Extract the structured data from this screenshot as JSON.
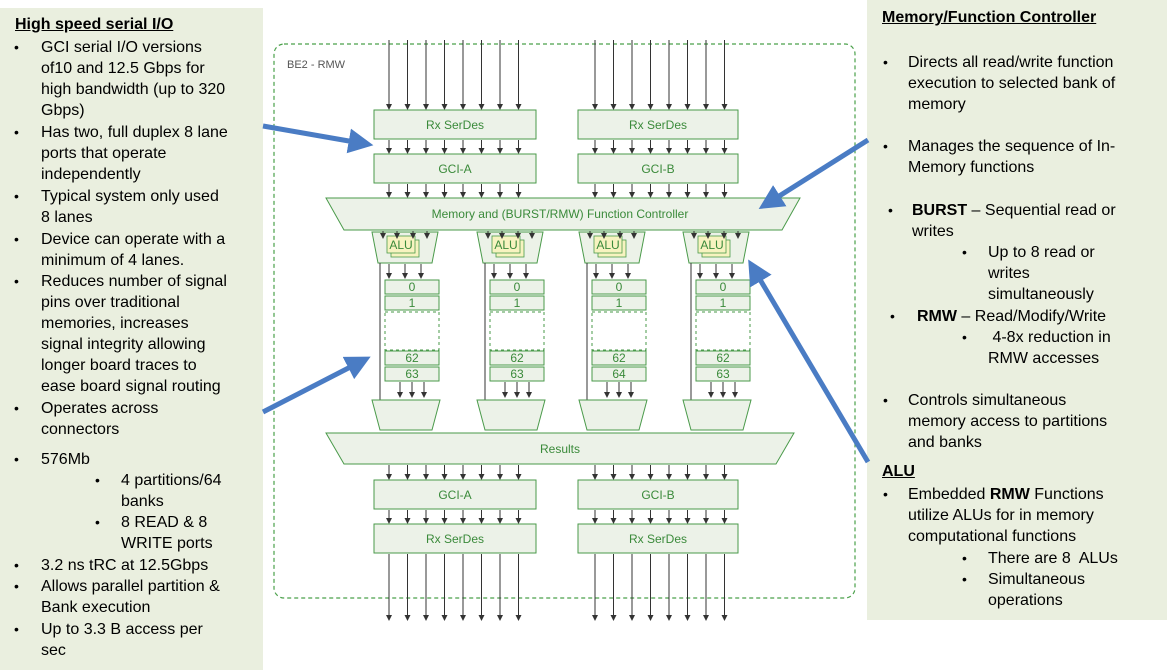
{
  "diagram": {
    "container_label": "BE2 - RMW",
    "rx_serdes": "Rx SerDes",
    "gci_a": "GCI-A",
    "gci_b": "GCI-B",
    "controller": "Memory and (BURST/RMW) Function Controller",
    "alu": "ALU",
    "results": "Results",
    "banks": [
      {
        "top": [
          "0",
          "1"
        ],
        "bottom": [
          "62",
          "63"
        ]
      },
      {
        "top": [
          "0",
          "1"
        ],
        "bottom": [
          "62",
          "63"
        ]
      },
      {
        "top": [
          "0",
          "1"
        ],
        "bottom": [
          "62",
          "64"
        ]
      },
      {
        "top": [
          "0",
          "1"
        ],
        "bottom": [
          "62",
          "63"
        ]
      }
    ]
  },
  "left_panel": {
    "title": "High speed serial I/O",
    "items": [
      {
        "bullet": "•",
        "lines": [
          "GCI serial I/O versions",
          "of10 and 12.5 Gbps for",
          "high bandwidth (up to 320",
          "Gbps)"
        ]
      },
      {
        "bullet": "•",
        "lines": [
          "Has two, full duplex 8 lane",
          "ports that operate",
          "independently"
        ]
      },
      {
        "bullet": "•",
        "lines": [
          "Typical system only used",
          "8 lanes"
        ]
      },
      {
        "bullet": "•",
        "lines": [
          "Device can operate with a",
          "minimum of 4 lanes."
        ]
      },
      {
        "bullet": "•",
        "lines": [
          "Reduces number of signal",
          "pins over traditional",
          "memories, increases",
          "signal integrity allowing",
          "longer board traces to",
          "ease board signal routing"
        ]
      },
      {
        "bullet": "•",
        "lines": [
          "Operates across",
          "connectors"
        ]
      },
      {
        "bullet": "•",
        "lines": [
          "576Mb"
        ]
      },
      {
        "bullet": "•",
        "lines": [
          "4 partitions/64",
          "banks"
        ]
      },
      {
        "bullet": "•",
        "lines": [
          "8 READ & 8",
          "WRITE ports"
        ]
      },
      {
        "bullet": "•",
        "lines": [
          "3.2 ns tRC at 12.5Gbps"
        ]
      },
      {
        "bullet": "•",
        "lines": [
          "Allows parallel partition &",
          "Bank execution"
        ]
      },
      {
        "bullet": "•",
        "lines": [
          "Up to 3.3 B access per",
          "sec"
        ]
      }
    ]
  },
  "right_panel": {
    "title": "Memory/Function Controller",
    "items": [
      {
        "bullet": "•",
        "lines": [
          "Directs all read/write function",
          "execution to selected bank of",
          "memory"
        ]
      },
      {
        "bullet": "•",
        "lines": [
          "Manages the sequence of In-",
          "Memory functions"
        ]
      },
      {
        "bullet": "•",
        "bold": "BURST",
        "rest": " – Sequential read or",
        "lines": [
          "writes"
        ]
      },
      {
        "bullet": "•",
        "lines": [
          "Up to 8 read or",
          "writes",
          "simultaneously"
        ]
      },
      {
        "bullet": "•",
        "bold": "RMW",
        "rest": " – Read/Modify/Write",
        "lines": []
      },
      {
        "bullet": "•",
        "lines": [
          " 4-8x reduction in",
          "RMW accesses"
        ]
      },
      {
        "bullet": "•",
        "lines": [
          "Controls simultaneous",
          "memory access to partitions",
          "and banks"
        ]
      }
    ],
    "alu_title": "ALU",
    "alu_items": [
      {
        "bullet": "•",
        "pre": "Embedded ",
        "bold": "RMW",
        "rest": " Functions",
        "lines": [
          "utilize ALUs for in memory",
          "computational functions"
        ]
      },
      {
        "bullet": "•",
        "lines": [
          "There are 8  ALUs"
        ]
      },
      {
        "bullet": "•",
        "lines": [
          "Simultaneous",
          "operations"
        ]
      }
    ]
  },
  "colors": {
    "panel_bg": "#eaefdf",
    "block_fill": "#ecf2e8",
    "block_stroke": "#4a9a4a",
    "arrow": "#4a7cc4",
    "alu_fill": "#f7f3c0"
  }
}
